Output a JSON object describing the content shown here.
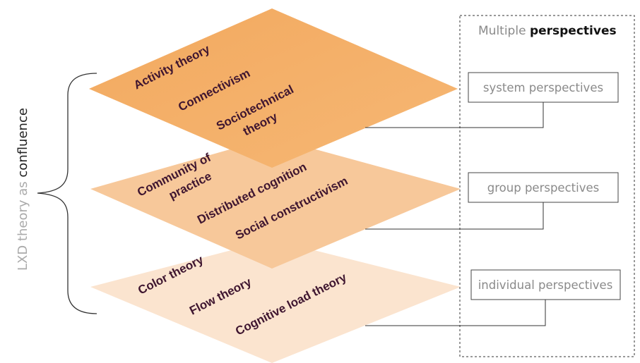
{
  "side_label": {
    "prefix": "LXD theory as ",
    "emphasis": "confluence"
  },
  "panel": {
    "title_prefix": "Multiple ",
    "title_emphasis": "perspectives"
  },
  "layers": [
    {
      "color": "#f4ae68",
      "perspective": "system perspectives",
      "theories": [
        {
          "lines": [
            "Activity theory"
          ]
        },
        {
          "lines": [
            "Connectivism"
          ]
        },
        {
          "lines": [
            "Sociotechnical",
            "theory"
          ]
        }
      ]
    },
    {
      "color": "#f7c89a",
      "perspective": "group perspectives",
      "theories": [
        {
          "lines": [
            "Community of",
            "practice"
          ]
        },
        {
          "lines": [
            "Distributed cognition"
          ]
        },
        {
          "lines": [
            "Social constructivism"
          ]
        }
      ]
    },
    {
      "color": "#fbe4cf",
      "perspective": "individual perspectives",
      "theories": [
        {
          "lines": [
            "Color theory"
          ]
        },
        {
          "lines": [
            "Flow theory"
          ]
        },
        {
          "lines": [
            "Cognitive load theory"
          ]
        }
      ]
    }
  ]
}
